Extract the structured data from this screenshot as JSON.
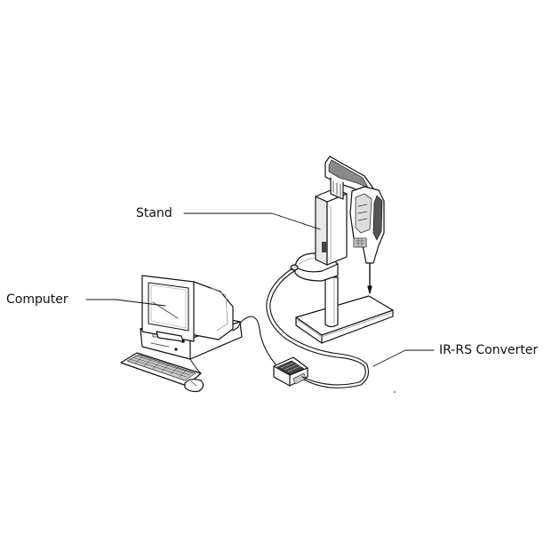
{
  "labels": {
    "stand": "Stand",
    "computer": "Computer",
    "converter": "IR-RS Converter"
  },
  "colors": {
    "line": "#111111",
    "fill": "#ffffff",
    "shade": "#9a9a9a",
    "dark": "#333333"
  }
}
